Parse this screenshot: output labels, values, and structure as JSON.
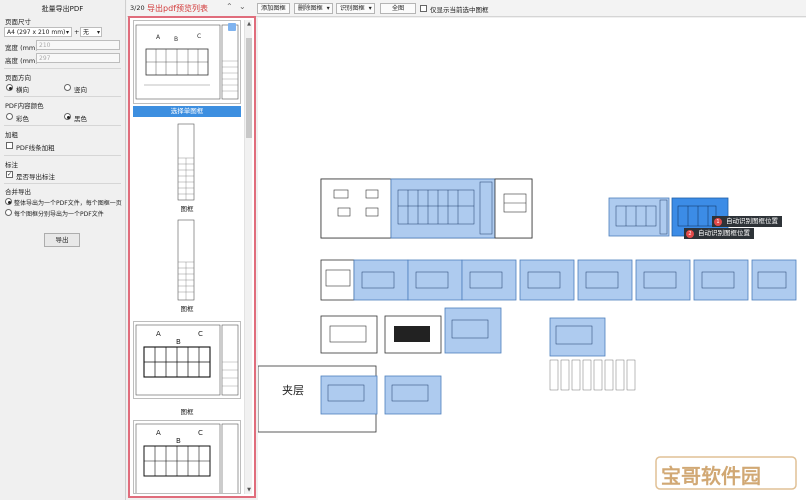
{
  "left_panel": {
    "title": "批量导出PDF",
    "page_size_label": "页面尺寸",
    "paper_value": "A4 (297 x 210 mm)",
    "paper_extra": "无",
    "width_label": "宽度 (mm)",
    "width_value": "210",
    "height_label": "高度 (mm)",
    "height_value": "297",
    "orientation_label": "页面方向",
    "landscape": "横向",
    "portrait": "竖向",
    "color_label": "PDF内容颜色",
    "color_opt": "彩色",
    "black_opt": "黑色",
    "bold_label": "加粗",
    "bold_check": "PDF线条加粗",
    "annot_label": "标注",
    "annot_check": "是否导出标注",
    "merge_label": "合并导出",
    "merge_opt1": "整体导出为一个PDF文件，每个图框一页",
    "merge_opt2": "每个图框分别导出为一个PDF文件",
    "export_button": "导出"
  },
  "toolbar": {
    "page_count": "3/20",
    "list_title": "导出pdf预览列表",
    "add_frame": "添加图框",
    "delete_frame": "删除图框",
    "identify_frame": "识别图框",
    "full_view": "全图",
    "only_selected": "仅显示当前选中图框"
  },
  "preview": {
    "items": [
      {
        "caption": "选择单图框"
      },
      {
        "caption": "图框"
      },
      {
        "caption": "图框"
      },
      {
        "caption": "图框"
      }
    ]
  },
  "canvas": {
    "side_label": "夹层",
    "tag1_num": "1",
    "tag1_text": "自动识别图框位置",
    "tag2_num": "2",
    "tag2_text": "自动识别图框位置"
  },
  "watermark": {
    "text": "宝哥软件园"
  },
  "colors": {
    "accent": "#3d8fe0",
    "highlight_border": "#e06d7c",
    "frame_fill": "#aecbef",
    "title_red": "#d23a3a"
  }
}
